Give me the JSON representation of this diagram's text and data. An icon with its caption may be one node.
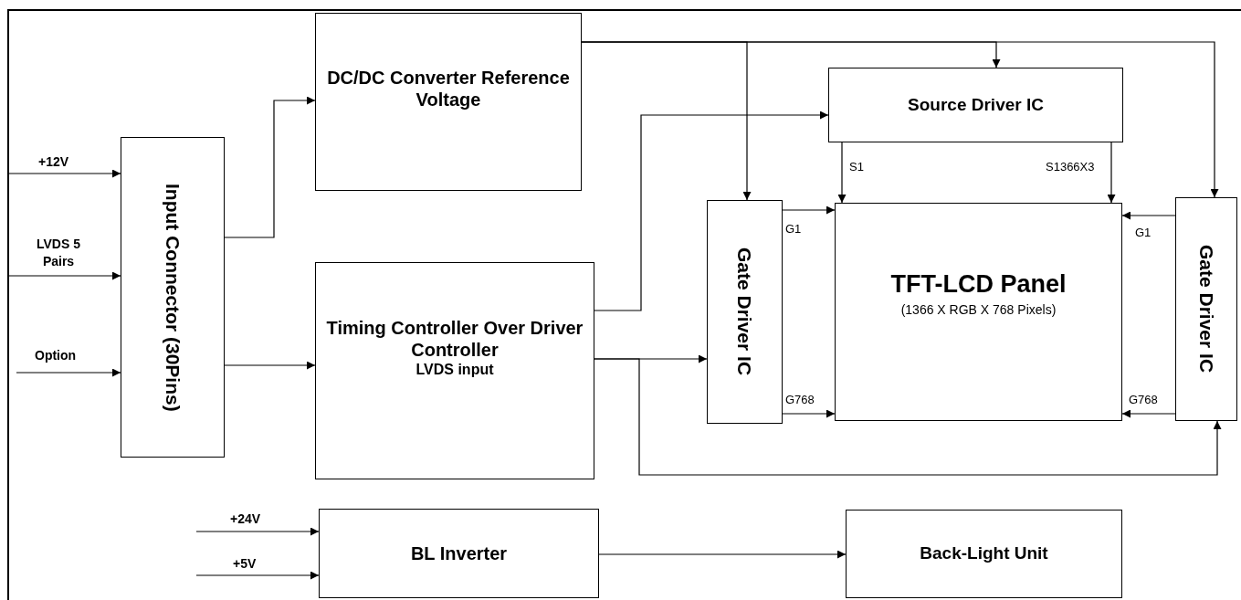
{
  "diagram": {
    "nodes": [
      {
        "text": [
          "Input Connector (30Pins)"
        ]
      },
      {
        "text": [
          "DC/DC Converter Reference Voltage"
        ]
      },
      {
        "text": [
          "Timing Controller Over Driver Controller",
          "LVDS input"
        ]
      },
      {
        "text": [
          "Source Driver IC"
        ]
      },
      {
        "text": [
          "Gate Driver IC"
        ]
      },
      {
        "text": [
          "TFT-LCD Panel",
          "(1366 X RGB X 768 Pixels)"
        ]
      },
      {
        "text": [
          "Gate Driver IC"
        ]
      },
      {
        "text": [
          "BL Inverter"
        ]
      },
      {
        "text": [
          "Back-Light Unit"
        ]
      }
    ],
    "edges": [
      {
        "from": null,
        "to": 0,
        "arrow": "to",
        "label": "+12V"
      },
      {
        "from": null,
        "to": 0,
        "arrow": "to",
        "label": "LVDS 5 Pairs"
      },
      {
        "from": null,
        "to": 0,
        "arrow": "to",
        "label": "Option"
      },
      {
        "from": 0,
        "to": 1,
        "arrow": "to"
      },
      {
        "from": 0,
        "to": 2,
        "arrow": "to"
      },
      {
        "from": 1,
        "to": 4,
        "arrow": "to"
      },
      {
        "from": 1,
        "to": 3,
        "arrow": "to"
      },
      {
        "from": 1,
        "to": 6,
        "arrow": "to"
      },
      {
        "from": 2,
        "to": 3,
        "arrow": "to"
      },
      {
        "from": 2,
        "to": 4,
        "arrow": "to"
      },
      {
        "from": 2,
        "to": 6,
        "arrow": "to"
      },
      {
        "from": 3,
        "to": 5,
        "arrow": "to",
        "label": "S1"
      },
      {
        "from": 3,
        "to": 5,
        "arrow": "to",
        "label": "S1366X3"
      },
      {
        "from": 4,
        "to": 5,
        "arrow": "to",
        "label": "G1"
      },
      {
        "from": 4,
        "to": 5,
        "arrow": "to",
        "label": "G768"
      },
      {
        "from": 6,
        "to": 5,
        "arrow": "to",
        "label": "G1"
      },
      {
        "from": 6,
        "to": 5,
        "arrow": "to",
        "label": "G768"
      },
      {
        "from": null,
        "to": 7,
        "arrow": "to",
        "label": "+24V"
      },
      {
        "from": null,
        "to": 7,
        "arrow": "to",
        "label": "+5V"
      },
      {
        "from": 7,
        "to": 8,
        "arrow": "to"
      }
    ]
  }
}
